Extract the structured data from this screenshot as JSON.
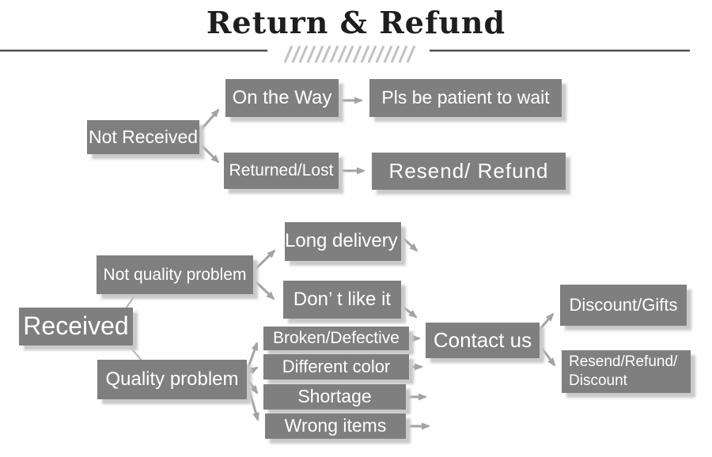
{
  "title": "Return & Refund",
  "flowchart": {
    "not_received": "Not Received",
    "on_the_way": "On the Way",
    "pls_wait": "Pls be patient to wait",
    "returned_lost": "Returned/Lost",
    "resend_refund": "Resend/ Refund",
    "received": "Received",
    "not_quality_problem": "Not quality problem",
    "quality_problem": "Quality problem",
    "long_delivery": "Long delivery",
    "dont_like_it": "Don’ t like it",
    "broken_defective": "Broken/Defective",
    "different_color": "Different color",
    "shortage": "Shortage",
    "wrong_items": "Wrong items",
    "contact_us": "Contact us",
    "discount_gifts": "Discount/Gifts",
    "resend_refund_discount_line1": "Resend/Refund/",
    "resend_refund_discount_line2": "Discount"
  },
  "colors": {
    "box_fill": "#7f7f7f",
    "box_text": "#ffffff",
    "box_shadow": "#c9c9c9",
    "arrow": "#a3a3a3",
    "thin_connector": "#b3b3b3",
    "divider_line": "#4f4f4f",
    "hatch_marks": "#c2c2c2",
    "title_text": "#1e1e1e",
    "background": "#fefefe"
  }
}
